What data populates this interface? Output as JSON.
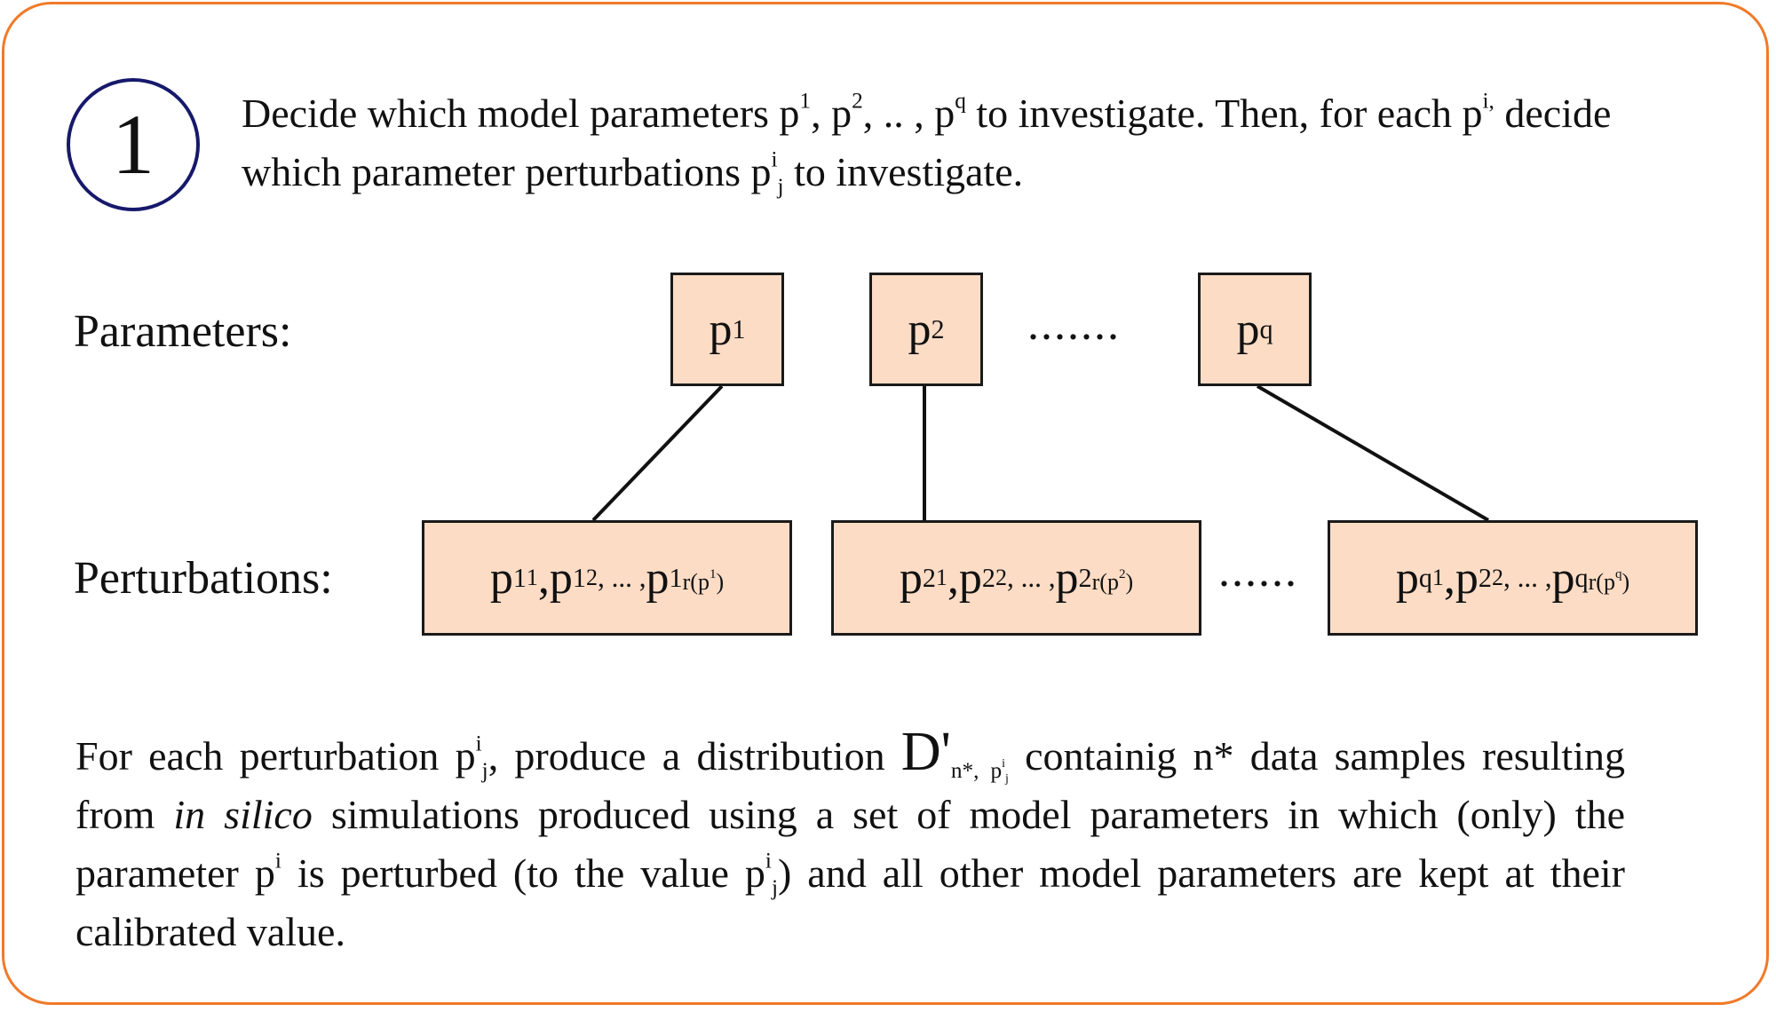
{
  "step": {
    "number": "1"
  },
  "intro": {
    "t1": "Decide which model parameters p",
    "s1": "1",
    "t2": ", p",
    "s2": "2",
    "t3": ", .. , p",
    "s3": "q",
    "t4": " to investigate. Then, for each p",
    "s4": "i,",
    "t5": " decide which parameter perturbations p",
    "s5": "i",
    "b5": "j",
    "t6": " to investigate."
  },
  "labels": {
    "parameters": "Parameters:",
    "perturbations": "Perturbations:"
  },
  "parameters": [
    {
      "base": "p",
      "sup": "1"
    },
    {
      "base": "p",
      "sup": "2"
    },
    {
      "base": "p",
      "sup": "q"
    }
  ],
  "dots": {
    "params": ".......",
    "perts": "......"
  },
  "perturbations": [
    {
      "base": "p",
      "sup": "1",
      "sub1": "1",
      "sep": ",",
      "sup_b": "1",
      "sub2": "2",
      "ellipsis": ", ... ,",
      "sup_c": "1",
      "r": "r(p",
      "r_sup": "1",
      "r_end": ")"
    },
    {
      "base": "p",
      "sup": "2",
      "sub1": "1",
      "sep": ",",
      "sup_b": "2",
      "sub2": "2",
      "ellipsis": ", ... ,",
      "sup_c": "2",
      "r": "r(p",
      "r_sup": "2",
      "r_end": ")"
    },
    {
      "base": "p",
      "sup": "q",
      "sub1": "1",
      "sep": ",",
      "sup_b": "2",
      "sub2": "2",
      "ellipsis": ", ... ,",
      "sup_c": "q",
      "r": "r(p",
      "r_sup": "q",
      "r_end": ")"
    }
  ],
  "body": {
    "t1": "For each perturbation p",
    "s1": "i",
    "b1": "j",
    "t2": ", produce a distribution ",
    "d": "D'",
    "d_sub": "n*, p",
    "d_sub_sup": "i",
    "d_sub_sub": "j",
    "t3": " containig n* data samples resulting from ",
    "em": "in silico",
    "t4": " simulations produced using a set of model parameters in which (only) the parameter p",
    "s4": "i",
    "t5": " is perturbed (to the value p",
    "s5": "i",
    "b5": "j",
    "t6": ") and all other model parameters are kept at their calibrated value."
  }
}
